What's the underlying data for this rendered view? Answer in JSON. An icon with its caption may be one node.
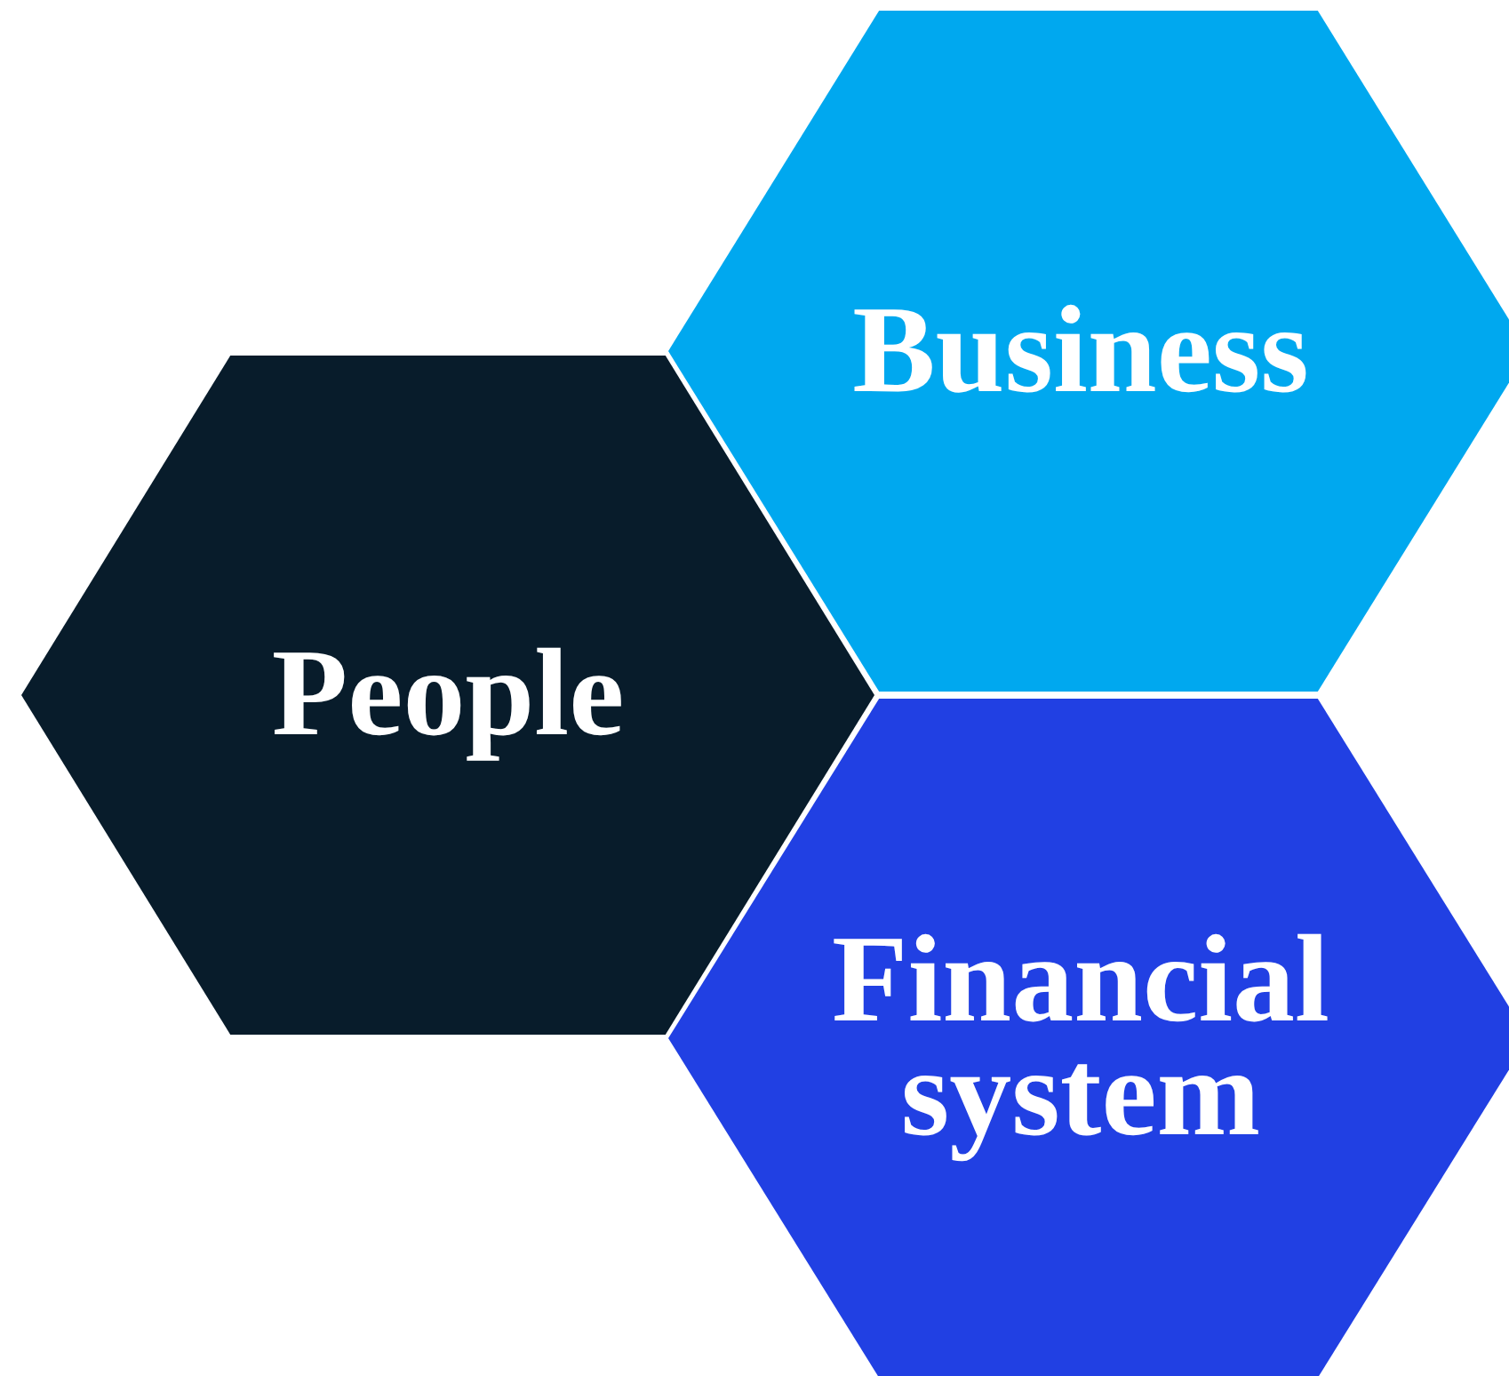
{
  "diagram": {
    "nodes": [
      {
        "text": [
          "Business"
        ]
      },
      {
        "text": [
          "People"
        ]
      },
      {
        "text": [
          "Financial system"
        ]
      }
    ]
  }
}
